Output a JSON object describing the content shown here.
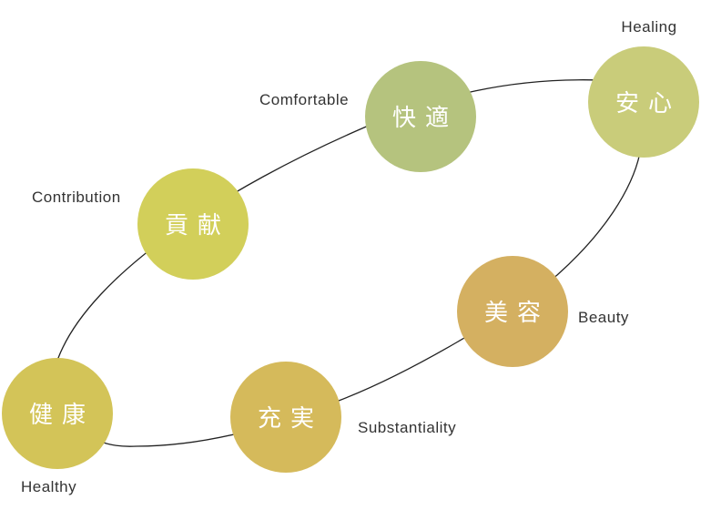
{
  "colors": {
    "ring_stroke": "#222222",
    "kanji_text": "#ffffff",
    "label_text": "#333333"
  },
  "nodes": [
    {
      "id": "anshin",
      "kanji": "安心",
      "english": "Healing",
      "color": "#c9cc7a"
    },
    {
      "id": "kaiteki",
      "kanji": "快適",
      "english": "Comfortable",
      "color": "#b5c37e"
    },
    {
      "id": "kouken",
      "kanji": "貢献",
      "english": "Contribution",
      "color": "#d2cf5a"
    },
    {
      "id": "kenkou",
      "kanji": "健康",
      "english": "Healthy",
      "color": "#d3c458"
    },
    {
      "id": "juujitsu",
      "kanji": "充実",
      "english": "Substantiality",
      "color": "#d5ba5b"
    },
    {
      "id": "biyou",
      "kanji": "美容",
      "english": "Beauty",
      "color": "#d4b061"
    }
  ]
}
